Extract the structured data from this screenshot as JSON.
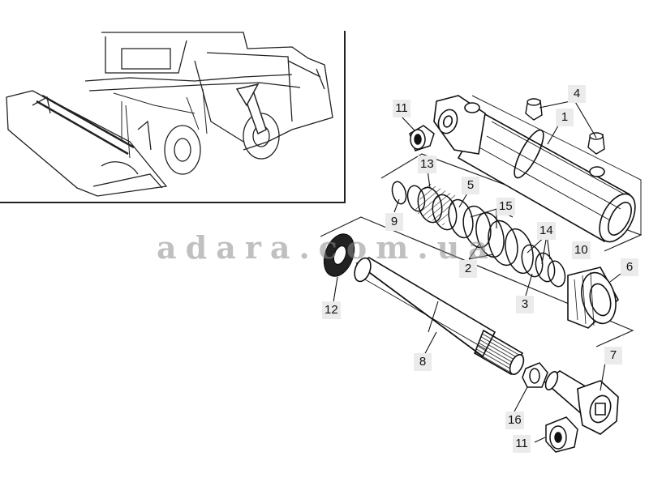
{
  "figure": {
    "inset_label": "combine-overview-inset",
    "watermark": "adara.com.ua",
    "callouts": [
      {
        "id": "c11a",
        "text": "11"
      },
      {
        "id": "c4",
        "text": "4"
      },
      {
        "id": "c1",
        "text": "1"
      },
      {
        "id": "c13",
        "text": "13"
      },
      {
        "id": "c5",
        "text": "5"
      },
      {
        "id": "c15",
        "text": "15"
      },
      {
        "id": "c9",
        "text": "9"
      },
      {
        "id": "c14",
        "text": "14"
      },
      {
        "id": "c10",
        "text": "10"
      },
      {
        "id": "c2",
        "text": "2"
      },
      {
        "id": "c6",
        "text": "6"
      },
      {
        "id": "c3",
        "text": "3"
      },
      {
        "id": "c12",
        "text": "12"
      },
      {
        "id": "c8",
        "text": "8"
      },
      {
        "id": "c7",
        "text": "7"
      },
      {
        "id": "c16",
        "text": "16"
      },
      {
        "id": "c11b",
        "text": "11"
      }
    ]
  }
}
